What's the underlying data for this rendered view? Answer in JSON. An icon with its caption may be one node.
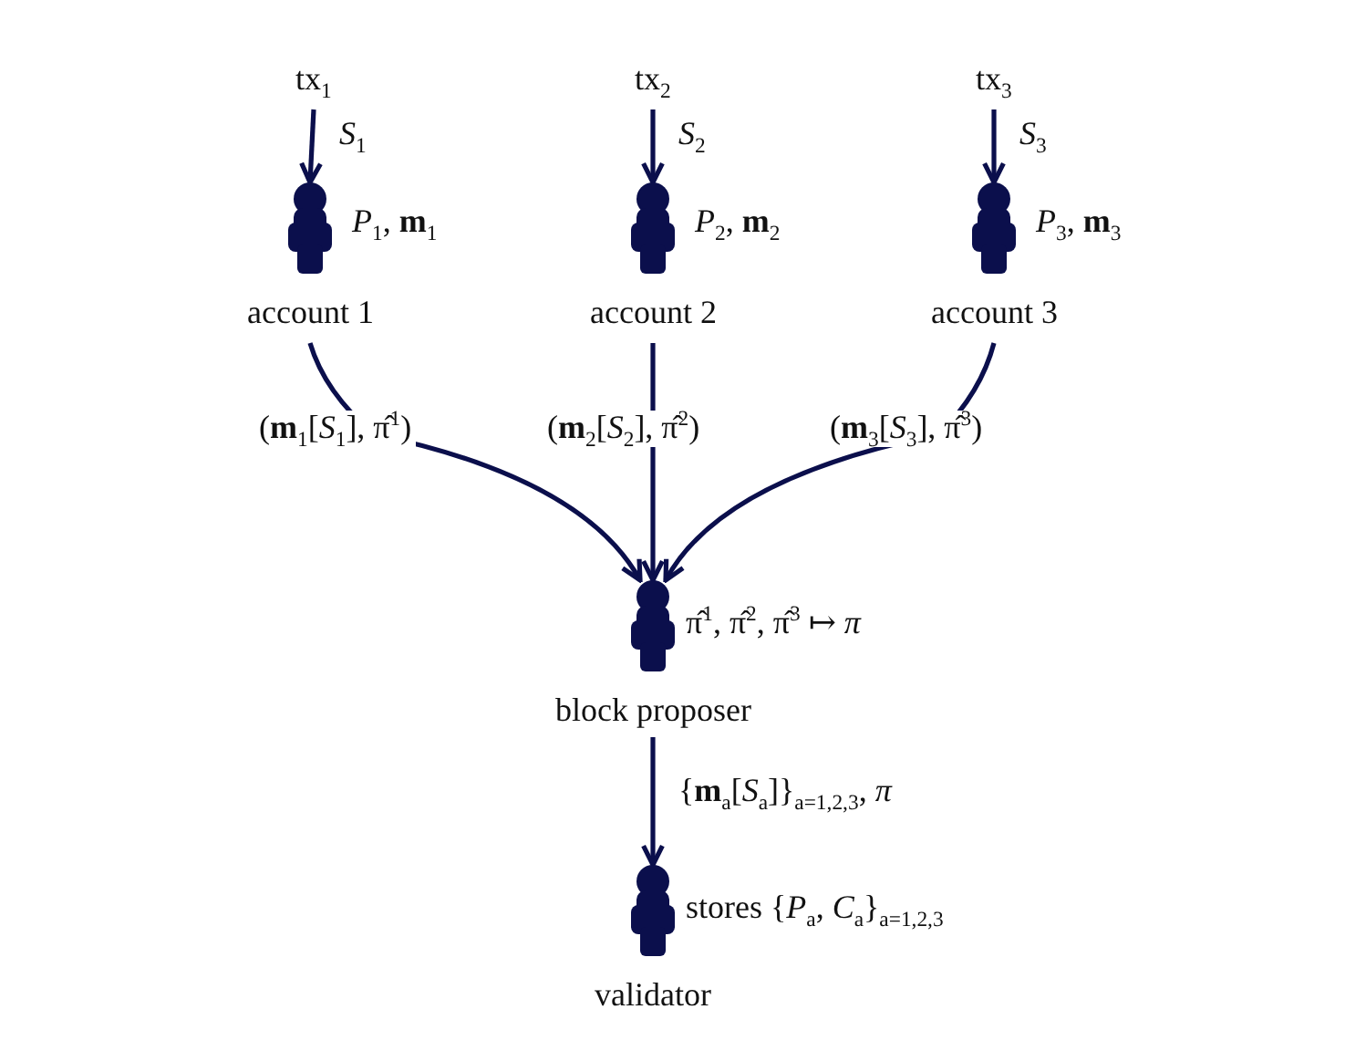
{
  "diagram": {
    "nodes": [
      {
        "text": [
          "tx$_{1}$"
        ]
      },
      {
        "text": [
          "tx$_{2}$"
        ]
      },
      {
        "text": [
          "tx$_{3}$"
        ]
      },
      {
        "text": [
          "account 1"
        ],
        "beside": [
          "*P*$_{1}$, **m**$_{1}$"
        ]
      },
      {
        "text": [
          "account 2"
        ],
        "beside": [
          "*P*$_{2}$, **m**$_{2}$"
        ]
      },
      {
        "text": [
          "account 3"
        ],
        "beside": [
          "*P*$_{3}$, **m**$_{3}$"
        ]
      },
      {
        "text": [
          "block proposer"
        ],
        "beside": [
          "π̂$^{1}$, π̂$^{2}$, π̂$^{3}$ ↦ *π*"
        ]
      },
      {
        "text": [
          "validator"
        ],
        "beside": [
          "stores {*P*$_{a}$, *C*$_{a}$}$_{a=1,2,3}$"
        ]
      }
    ],
    "edges": [
      {
        "from": 0,
        "to": 3,
        "arrow": "to",
        "label": "*S*$_{1}$"
      },
      {
        "from": 1,
        "to": 4,
        "arrow": "to",
        "label": "*S*$_{2}$"
      },
      {
        "from": 2,
        "to": 5,
        "arrow": "to",
        "label": "*S*$_{3}$"
      },
      {
        "from": 3,
        "to": 6,
        "arrow": "to",
        "label": "(**m**$_{1}$[*S*$_{1}$], π̂$^{1}$)"
      },
      {
        "from": 4,
        "to": 6,
        "arrow": "to",
        "label": "(**m**$_{2}$[*S*$_{2}$], π̂$^{2}$)"
      },
      {
        "from": 5,
        "to": 6,
        "arrow": "to",
        "label": "(**m**$_{3}$[*S*$_{3}$], π̂$^{3}$)"
      },
      {
        "from": 6,
        "to": 7,
        "arrow": "to",
        "label": "{**m**$_{a}$[*S*$_{a}$]}$_{a=1,2,3}$, *π*"
      }
    ]
  }
}
